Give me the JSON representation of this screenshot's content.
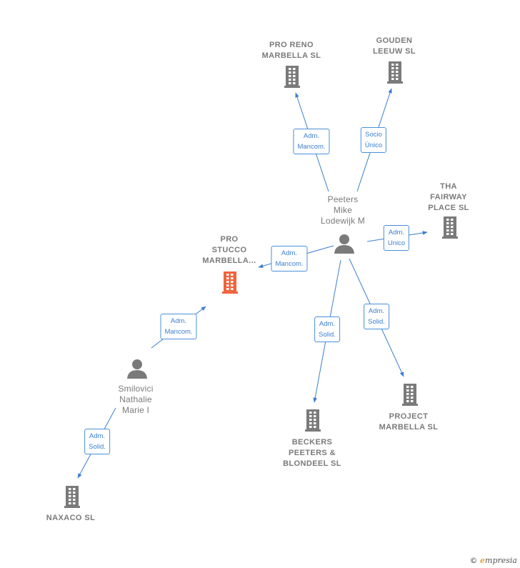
{
  "colors": {
    "edge": "#3b7fcf",
    "company_icon": "#7a7a7a",
    "focus_icon": "#f0643c",
    "person_icon": "#7a7a7a"
  },
  "nodes": [
    {
      "id": "pro_reno",
      "kind": "company",
      "label": "PRO RENO\nMARBELLA  SL"
    },
    {
      "id": "gouden",
      "kind": "company",
      "label": "GOUDEN\nLEEUW  SL"
    },
    {
      "id": "tha",
      "kind": "company",
      "label": "THA\nFAIRWAY\nPLACE  SL"
    },
    {
      "id": "peeters",
      "kind": "person",
      "label": "Peeters\nMike\nLodewijk M"
    },
    {
      "id": "pro_stucco",
      "kind": "focus",
      "label": "PRO\nSTUCCO\nMARBELLA..."
    },
    {
      "id": "smilovici",
      "kind": "person",
      "label": "Smilovici\nNathalie\nMarie I"
    },
    {
      "id": "beckers",
      "kind": "company",
      "label": "BECKERS\nPEETERS &\nBLONDEEL  SL"
    },
    {
      "id": "project",
      "kind": "company",
      "label": "PROJECT\nMARBELLA  SL"
    },
    {
      "id": "naxaco",
      "kind": "company",
      "label": "NAXACO  SL"
    }
  ],
  "edges": [
    {
      "from": "peeters",
      "to": "pro_reno",
      "label": "Adm.\nMancom."
    },
    {
      "from": "peeters",
      "to": "gouden",
      "label": "Socio\nÚnico"
    },
    {
      "from": "peeters",
      "to": "tha",
      "label": "Adm.\nUnico"
    },
    {
      "from": "peeters",
      "to": "pro_stucco",
      "label": "Adm.\nMancom."
    },
    {
      "from": "peeters",
      "to": "beckers",
      "label": "Adm.\nSolid."
    },
    {
      "from": "peeters",
      "to": "project",
      "label": "Adm.\nSolid."
    },
    {
      "from": "smilovici",
      "to": "pro_stucco",
      "label": "Adm.\nMancom."
    },
    {
      "from": "smilovici",
      "to": "naxaco",
      "label": "Adm.\nSolid."
    }
  ],
  "footer": {
    "copyright": "©",
    "brand_initial": "e",
    "brand_rest": "mpresia"
  }
}
